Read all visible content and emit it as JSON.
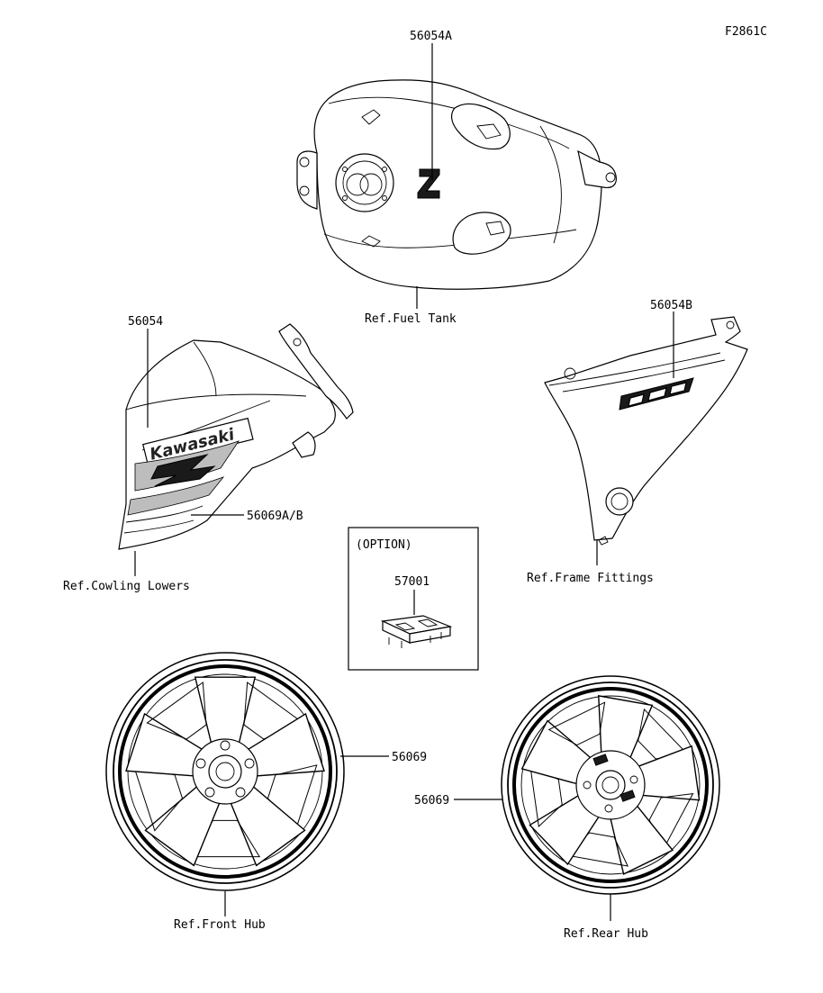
{
  "figure_id": "F2861C",
  "parts": {
    "tank_decal": "56054A",
    "cowling_decal": "56054",
    "stripe_decal": "56069A/B",
    "frame_decal": "56054B",
    "option_clip": "57001",
    "front_wheel_decal": "56069",
    "rear_wheel_decal": "56069"
  },
  "references": {
    "fuel_tank": "Ref.Fuel Tank",
    "cowling_lowers": "Ref.Cowling Lowers",
    "frame_fittings": "Ref.Frame Fittings",
    "front_hub": "Ref.Front Hub",
    "rear_hub": "Ref.Rear Hub"
  },
  "option_box": {
    "title": "(OPTION)"
  },
  "decal_text": {
    "cowling_brand": "Kawasaki"
  }
}
